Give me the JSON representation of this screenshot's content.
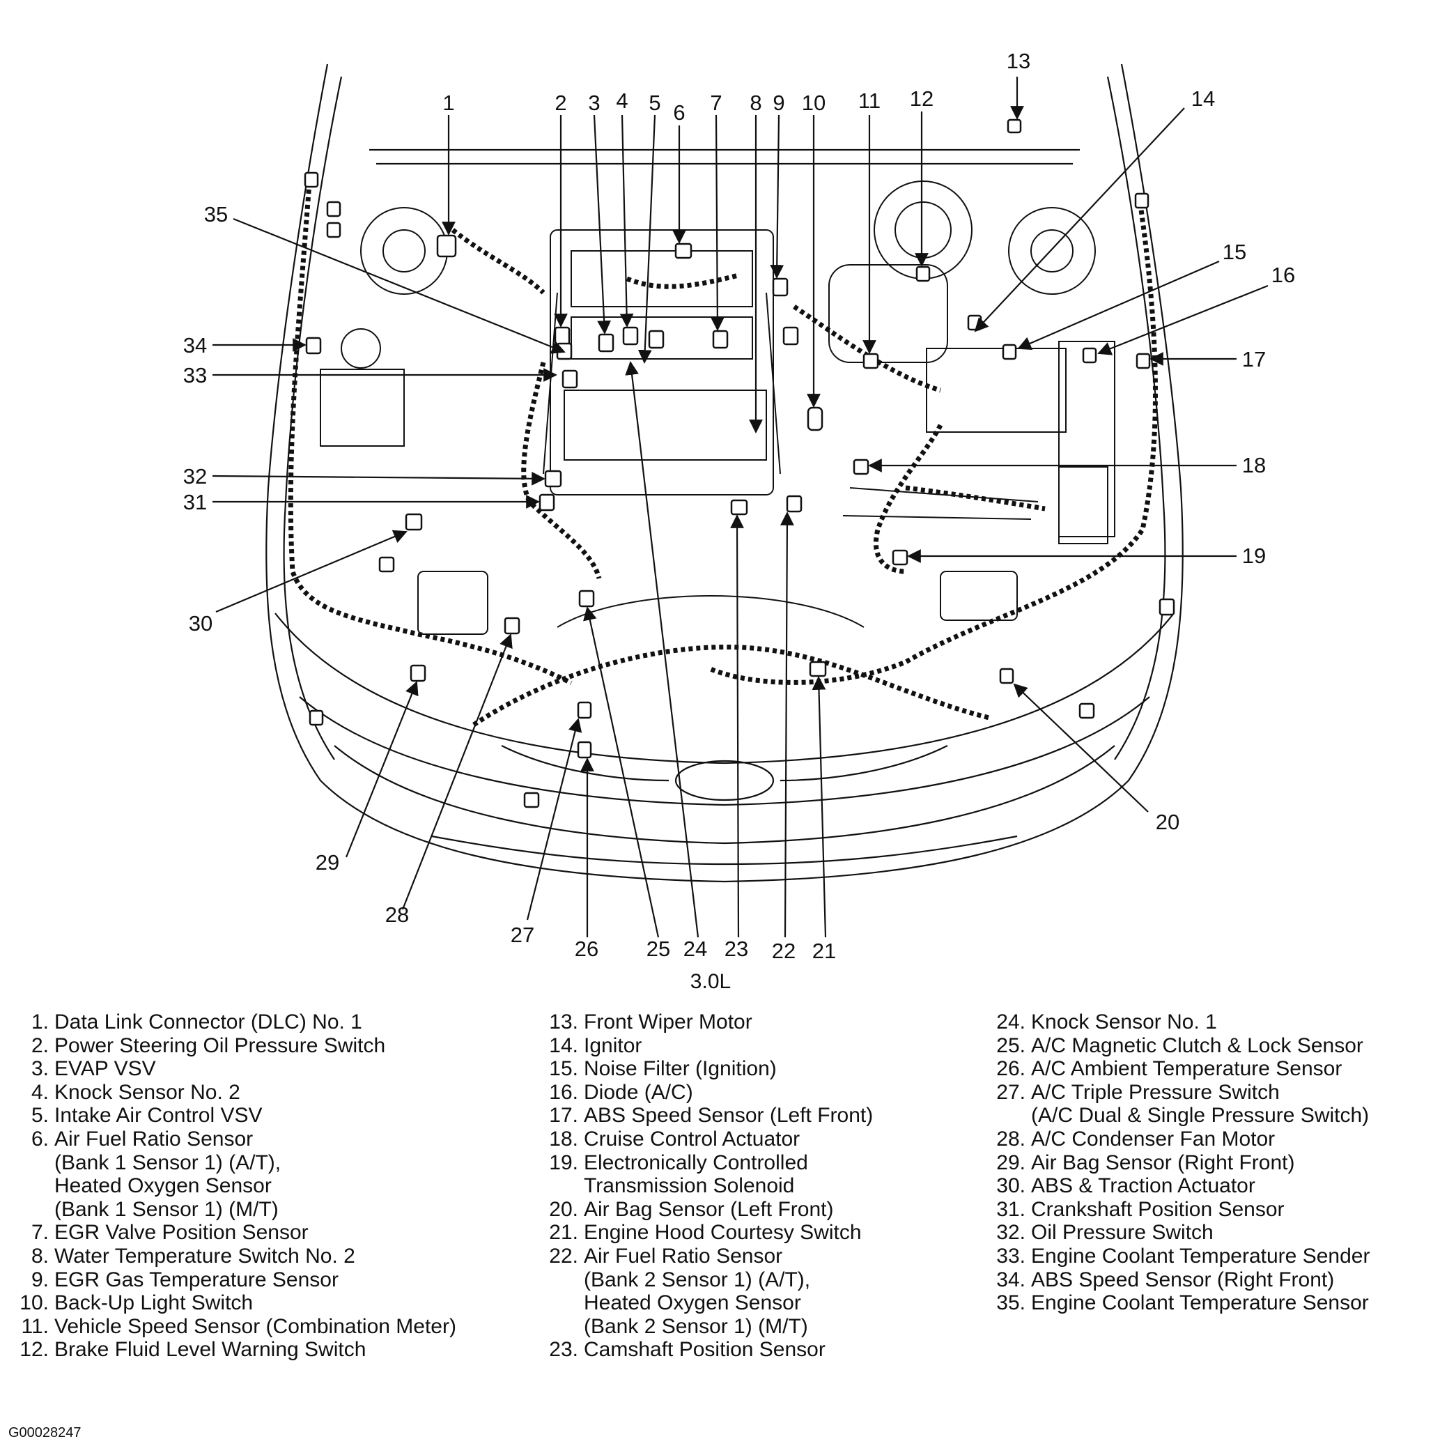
{
  "diagram": {
    "caption": "3.0L",
    "image_code": "G00028247",
    "callouts": [
      "1",
      "2",
      "3",
      "4",
      "5",
      "6",
      "7",
      "8",
      "9",
      "10",
      "11",
      "12",
      "13",
      "14",
      "15",
      "16",
      "17",
      "18",
      "19",
      "20",
      "21",
      "22",
      "23",
      "24",
      "25",
      "26",
      "27",
      "28",
      "29",
      "30",
      "31",
      "32",
      "33",
      "34",
      "35"
    ]
  },
  "legend": {
    "columns": [
      [
        {
          "num": "1.",
          "lines": [
            "Data Link Connector (DLC) No. 1"
          ]
        },
        {
          "num": "2.",
          "lines": [
            "Power Steering Oil Pressure Switch"
          ]
        },
        {
          "num": "3.",
          "lines": [
            "EVAP VSV"
          ]
        },
        {
          "num": "4.",
          "lines": [
            "Knock Sensor No. 2"
          ]
        },
        {
          "num": "5.",
          "lines": [
            "Intake Air Control VSV"
          ]
        },
        {
          "num": "6.",
          "lines": [
            "Air Fuel Ratio Sensor",
            "(Bank 1 Sensor 1) (A/T),",
            "Heated Oxygen Sensor",
            "(Bank 1 Sensor 1) (M/T)"
          ]
        },
        {
          "num": "7.",
          "lines": [
            "EGR Valve Position Sensor"
          ]
        },
        {
          "num": "8.",
          "lines": [
            "Water Temperature Switch No. 2"
          ]
        },
        {
          "num": "9.",
          "lines": [
            "EGR Gas Temperature Sensor"
          ]
        },
        {
          "num": "10.",
          "lines": [
            "Back-Up Light Switch"
          ]
        },
        {
          "num": "11.",
          "lines": [
            "Vehicle Speed Sensor (Combination Meter)"
          ]
        },
        {
          "num": "12.",
          "lines": [
            "Brake Fluid Level Warning Switch"
          ]
        }
      ],
      [
        {
          "num": "13.",
          "lines": [
            "Front Wiper Motor"
          ]
        },
        {
          "num": "14.",
          "lines": [
            "Ignitor"
          ]
        },
        {
          "num": "15.",
          "lines": [
            "Noise Filter (Ignition)"
          ]
        },
        {
          "num": "16.",
          "lines": [
            "Diode (A/C)"
          ]
        },
        {
          "num": "17.",
          "lines": [
            "ABS Speed Sensor (Left Front)"
          ]
        },
        {
          "num": "18.",
          "lines": [
            "Cruise Control Actuator"
          ]
        },
        {
          "num": "19.",
          "lines": [
            "Electronically Controlled",
            "Transmission Solenoid"
          ]
        },
        {
          "num": "20.",
          "lines": [
            "Air Bag Sensor (Left Front)"
          ]
        },
        {
          "num": "21.",
          "lines": [
            "Engine Hood Courtesy Switch"
          ]
        },
        {
          "num": "22.",
          "lines": [
            "Air Fuel Ratio Sensor",
            "(Bank 2 Sensor 1) (A/T),",
            "Heated Oxygen Sensor",
            "(Bank 2 Sensor 1) (M/T)"
          ]
        },
        {
          "num": "23.",
          "lines": [
            "Camshaft Position Sensor"
          ]
        }
      ],
      [
        {
          "num": "24.",
          "lines": [
            "Knock Sensor No. 1"
          ]
        },
        {
          "num": "25.",
          "lines": [
            "A/C Magnetic Clutch & Lock Sensor"
          ]
        },
        {
          "num": "26.",
          "lines": [
            "A/C Ambient Temperature Sensor"
          ]
        },
        {
          "num": "27.",
          "lines": [
            "A/C Triple Pressure Switch",
            "(A/C Dual & Single Pressure Switch)"
          ]
        },
        {
          "num": "28.",
          "lines": [
            "A/C Condenser Fan Motor"
          ]
        },
        {
          "num": "29.",
          "lines": [
            "Air Bag Sensor (Right Front)"
          ]
        },
        {
          "num": "30.",
          "lines": [
            "ABS & Traction Actuator"
          ]
        },
        {
          "num": "31.",
          "lines": [
            "Crankshaft Position Sensor"
          ]
        },
        {
          "num": "32.",
          "lines": [
            "Oil Pressure Switch"
          ]
        },
        {
          "num": "33.",
          "lines": [
            "Engine Coolant Temperature Sender"
          ]
        },
        {
          "num": "34.",
          "lines": [
            "ABS Speed Sensor (Right Front)"
          ]
        },
        {
          "num": "35.",
          "lines": [
            "Engine Coolant Temperature Sensor"
          ]
        }
      ]
    ]
  }
}
